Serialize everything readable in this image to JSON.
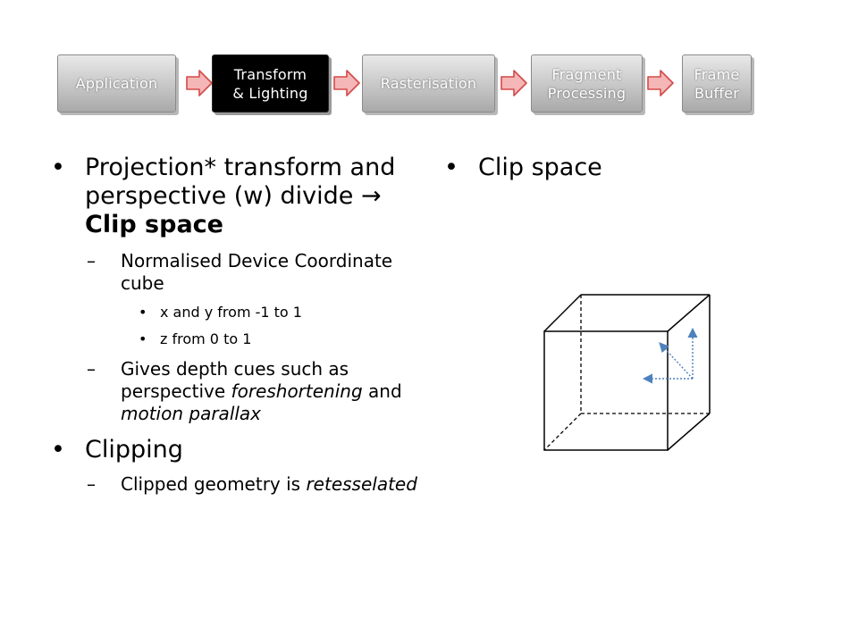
{
  "pipeline": {
    "stages": [
      {
        "line1": "Application",
        "line2": ""
      },
      {
        "line1": "Transform",
        "line2": "& Lighting"
      },
      {
        "line1": "Rasterisation",
        "line2": ""
      },
      {
        "line1": "Fragment",
        "line2": "Processing"
      },
      {
        "line1": "Frame",
        "line2": "Buffer"
      }
    ]
  },
  "left": {
    "b1": {
      "bullet": "•",
      "part1": "Projection* transform and perspective (w) divide ",
      "arrow": "→",
      "bold": "Clip space"
    },
    "b1_sub1": {
      "dash": "–",
      "text": "Normalised Device Coordinate cube"
    },
    "b1_sub1_items": [
      {
        "bullet": "•",
        "text": "x and y from -1 to 1"
      },
      {
        "bullet": "•",
        "text": "z from 0 to 1"
      }
    ],
    "b1_sub2": {
      "dash": "–",
      "part1": "Gives depth cues such as perspective ",
      "italic1": "foreshortening",
      "part2": " and ",
      "italic2": "motion parallax"
    },
    "b2": {
      "bullet": "•",
      "text": "Clipping"
    },
    "b2_sub1": {
      "dash": "–",
      "part1": "Clipped geometry is ",
      "italic": "retesselated"
    }
  },
  "right": {
    "b1": {
      "bullet": "•",
      "text": "Clip space"
    }
  },
  "colors": {
    "arrow_fill": "#f4b6b6",
    "arrow_stroke": "#d34a4a",
    "axis": "#4f81bd",
    "cube": "#000000"
  }
}
